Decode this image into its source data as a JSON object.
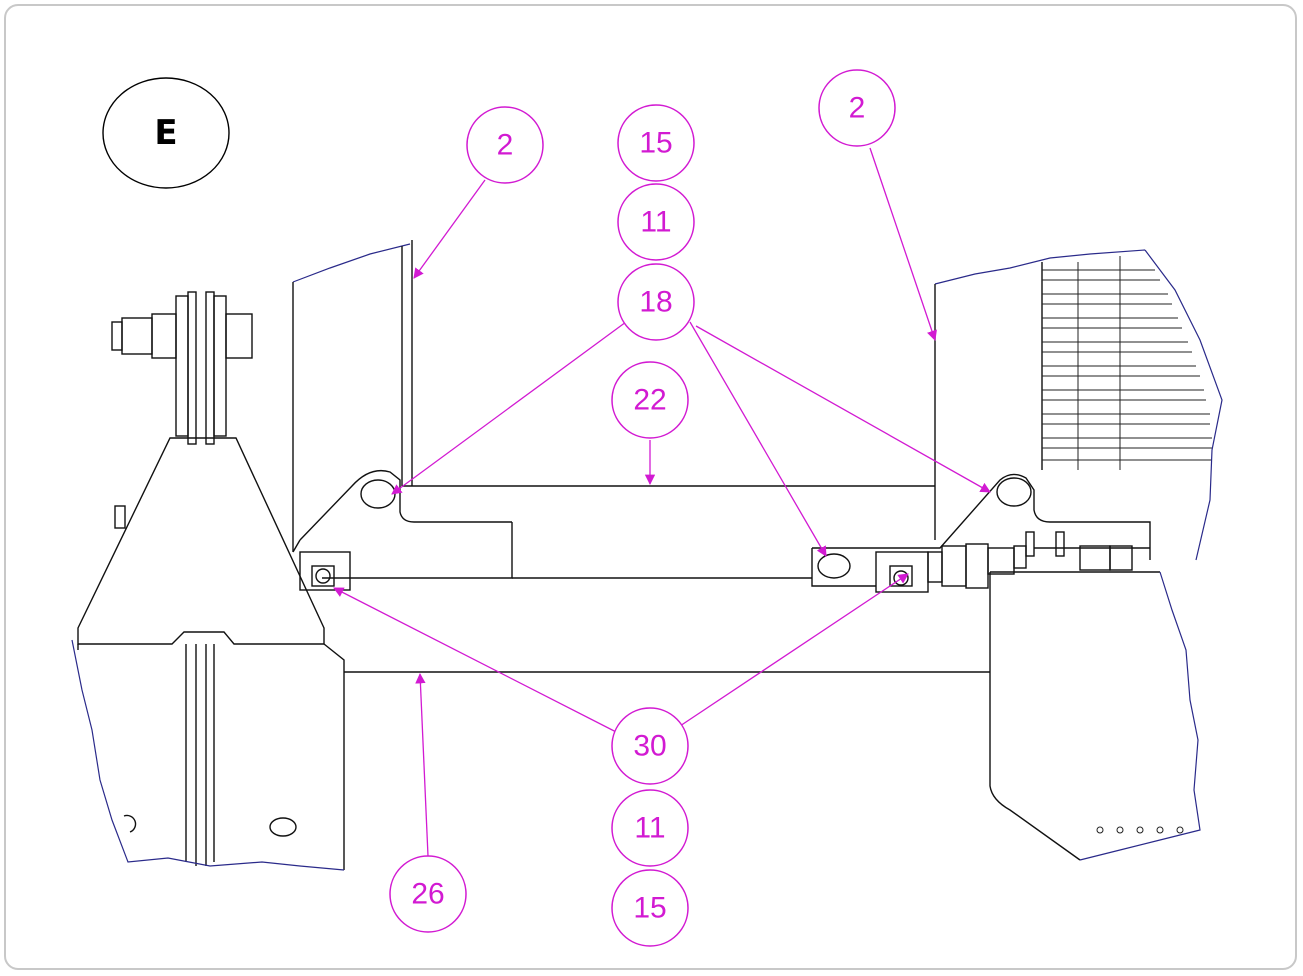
{
  "view": {
    "label": "E"
  },
  "balloons": [
    {
      "id": "b-2-left",
      "text": "2"
    },
    {
      "id": "b-15-top",
      "text": "15"
    },
    {
      "id": "b-11-top",
      "text": "11"
    },
    {
      "id": "b-18",
      "text": "18"
    },
    {
      "id": "b-22",
      "text": "22"
    },
    {
      "id": "b-2-right",
      "text": "2"
    },
    {
      "id": "b-30",
      "text": "30"
    },
    {
      "id": "b-11-bottom",
      "text": "11"
    },
    {
      "id": "b-15-bottom",
      "text": "15"
    },
    {
      "id": "b-26",
      "text": "26"
    }
  ],
  "colors": {
    "balloon": "#d21ad2",
    "linework": "#111111",
    "outline": "#2a2a8a"
  }
}
